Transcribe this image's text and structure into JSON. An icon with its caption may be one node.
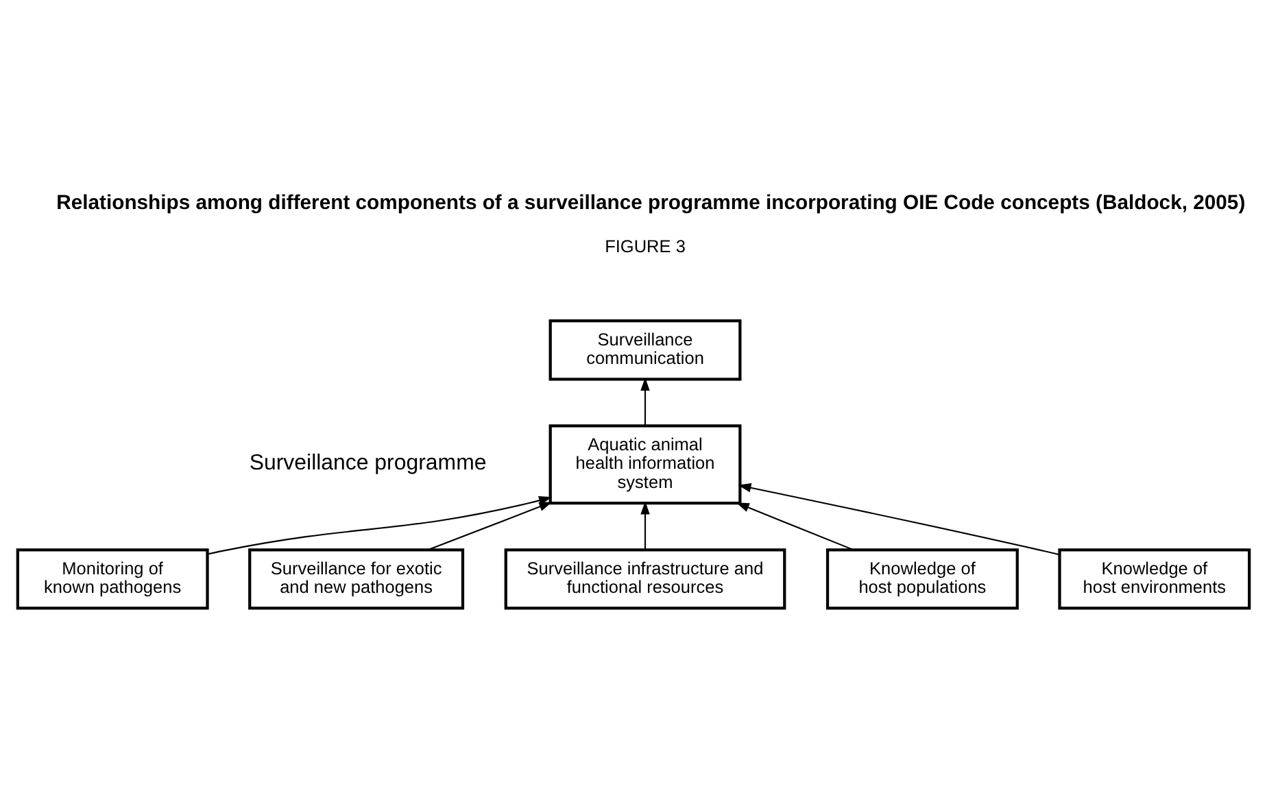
{
  "diagram": {
    "title": "Relationships among different components of a surveillance programme incorporating OIE Code concepts (Baldock, 2005)",
    "nodes": [
      {
        "text": [
          "Surveillance communication"
        ]
      },
      {
        "text": [
          "Aquatic animal health information system"
        ]
      },
      {
        "text": [
          "Monitoring of known pathogens"
        ]
      },
      {
        "text": [
          "Surveillance for exotic and new pathogens"
        ]
      },
      {
        "text": [
          "Surveillance infrastructure and functional resources"
        ]
      },
      {
        "text": [
          "Knowledge of host populations"
        ]
      },
      {
        "text": [
          "Knowledge of host environments"
        ]
      }
    ],
    "edges": [
      {
        "from": 1,
        "to": 0,
        "arrow": "to"
      },
      {
        "from": 2,
        "to": 1,
        "arrow": "to"
      },
      {
        "from": 3,
        "to": 1,
        "arrow": "to"
      },
      {
        "from": 4,
        "to": 1,
        "arrow": "to"
      },
      {
        "from": 5,
        "to": 1,
        "arrow": "to"
      },
      {
        "from": 6,
        "to": 1,
        "arrow": "to"
      }
    ],
    "labels": [
      "FIGURE 3",
      "Surveillance programme"
    ]
  }
}
